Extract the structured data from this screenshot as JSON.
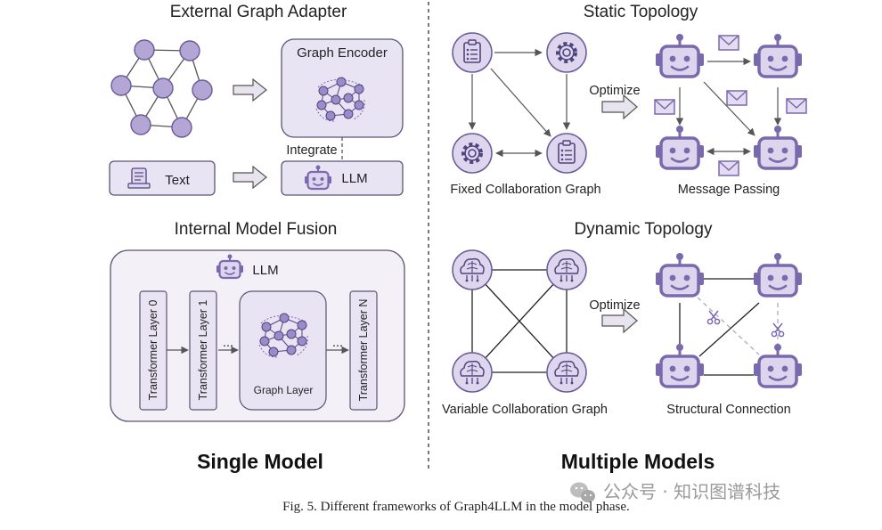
{
  "left": {
    "external": {
      "title": "External Graph Adapter",
      "encoder": "Graph Encoder",
      "integrate": "Integrate",
      "text": "Text",
      "llm": "LLM"
    },
    "internal": {
      "title": "Internal Model Fusion",
      "llm": "LLM",
      "layers": [
        "Transformer Layer 0",
        "Transformer Layer 1",
        "Transformer Layer N"
      ],
      "ellipsis": "...",
      "graph_layer": "Graph Layer"
    },
    "footer": "Single Model"
  },
  "right": {
    "static": {
      "title": "Static Topology",
      "optimize": "Optimize",
      "left_label": "Fixed Collaboration Graph",
      "right_label": "Message Passing"
    },
    "dynamic": {
      "title": "Dynamic Topology",
      "optimize": "Optimize",
      "left_label": "Variable Collaboration Graph",
      "right_label": "Structural Connection"
    },
    "footer": "Multiple Models"
  },
  "caption": "Fig. 5.  Different frameworks of Graph4LLM in the model phase.",
  "watermark": "公众号 · 知识图谱科技",
  "colors": {
    "node": "#b3a5d4",
    "node_stroke": "#6b5a99",
    "panel": "#e9e4f4",
    "panel_stroke": "#5c5470",
    "robot": "#7b69ad",
    "arrow": "#555555"
  }
}
